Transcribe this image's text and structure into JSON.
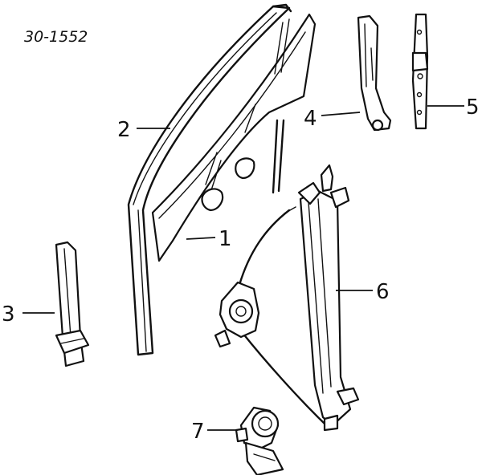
{
  "diagram": {
    "code": "30-1552",
    "callouts": [
      {
        "id": "1",
        "label": "1"
      },
      {
        "id": "2",
        "label": "2"
      },
      {
        "id": "3",
        "label": "3"
      },
      {
        "id": "4",
        "label": "4"
      },
      {
        "id": "5",
        "label": "5"
      },
      {
        "id": "6",
        "label": "6"
      },
      {
        "id": "7",
        "label": "7"
      }
    ]
  }
}
